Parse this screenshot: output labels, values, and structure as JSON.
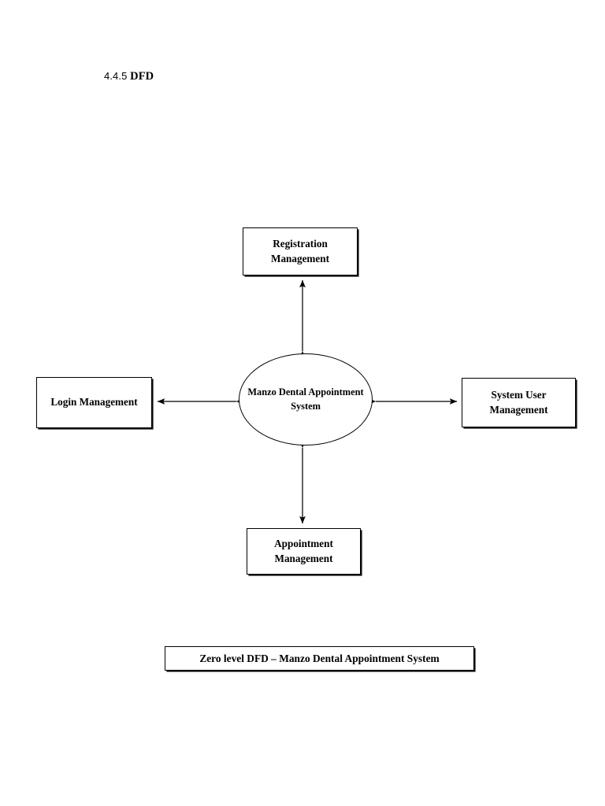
{
  "document": {
    "heading_number": "4.4.5",
    "heading_title": "DFD"
  },
  "diagram": {
    "type": "data-flow-diagram",
    "level": "Zero level (Context diagram)",
    "process": {
      "name": "central-process",
      "label": "Manzo Dental Appointment System",
      "shape": "ellipse"
    },
    "entities": [
      {
        "name": "registration-management",
        "label": "Registration Management",
        "position": "top",
        "shape": "rectangle"
      },
      {
        "name": "login-management",
        "label": "Login Management",
        "position": "left",
        "shape": "rectangle"
      },
      {
        "name": "system-user-management",
        "label": "System User Management",
        "position": "right",
        "shape": "rectangle"
      },
      {
        "name": "appointment-management",
        "label": "Appointment Management",
        "position": "bottom",
        "shape": "rectangle"
      }
    ],
    "flows": [
      {
        "name": "flow-process-registration",
        "from": "central-process",
        "to": "registration-management",
        "direction": "bidirectional"
      },
      {
        "name": "flow-process-login",
        "from": "central-process",
        "to": "login-management",
        "direction": "bidirectional"
      },
      {
        "name": "flow-process-systemuser",
        "from": "central-process",
        "to": "system-user-management",
        "direction": "bidirectional"
      },
      {
        "name": "flow-process-appointment",
        "from": "central-process",
        "to": "appointment-management",
        "direction": "bidirectional"
      }
    ],
    "caption": "Zero level DFD – Manzo Dental Appointment System"
  },
  "colors": {
    "page_background": "#ffffff",
    "stroke": "#000000",
    "text": "#000000"
  }
}
